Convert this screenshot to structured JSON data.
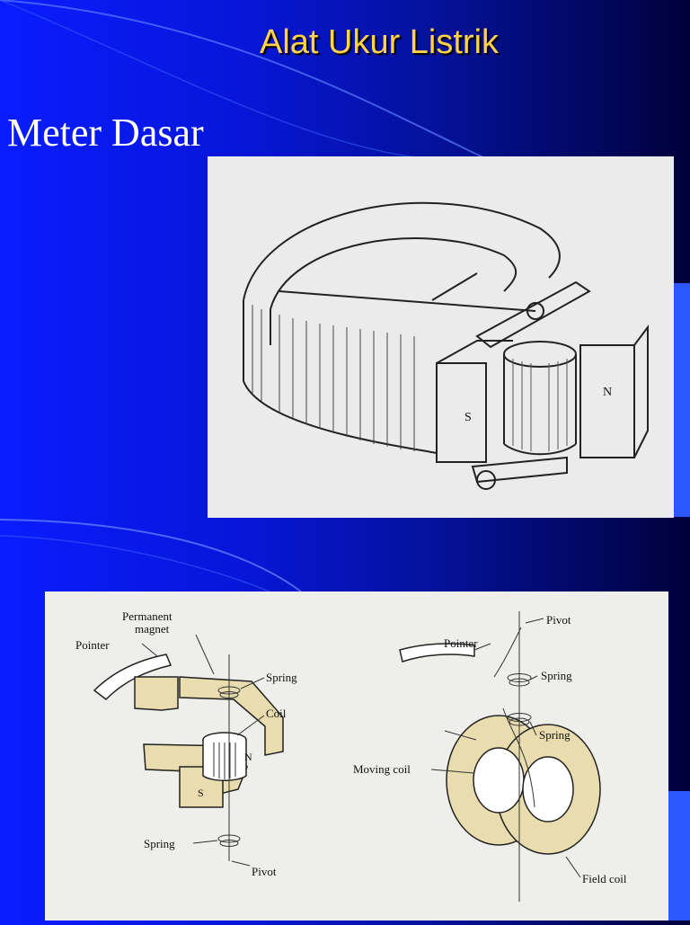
{
  "slide": {
    "title": "Alat Ukur Listrik",
    "subtitle": "Meter Dasar"
  },
  "figure_top": {
    "pole_south": "S",
    "pole_north": "N"
  },
  "figure_bottom": {
    "left": {
      "permanent_magnet_line1": "Permanent",
      "permanent_magnet_line2": "magnet",
      "pointer": "Pointer",
      "spring_top": "Spring",
      "coil": "Coil",
      "pole_north": "N",
      "pole_south": "S",
      "spring_bottom": "Spring",
      "pivot": "Pivot"
    },
    "right": {
      "pivot": "Pivot",
      "pointer": "Pointer",
      "spring_top": "Spring",
      "spring_bottom": "Spring",
      "moving_coil": "Moving coil",
      "field_coil": "Field coil"
    }
  },
  "colors": {
    "title": "#ffd24a",
    "magnet_fill": "#e9dcae",
    "line": "#222222"
  }
}
